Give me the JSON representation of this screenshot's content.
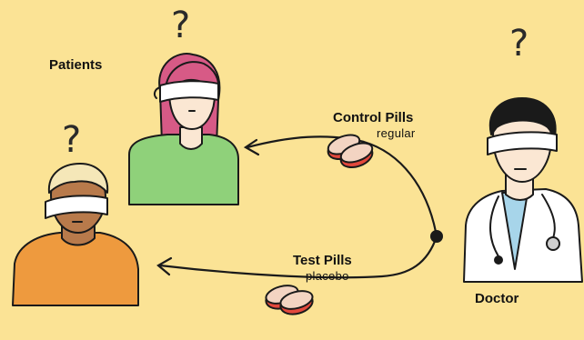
{
  "labels": {
    "patients": "Patients",
    "control_pills": "Control Pills",
    "control_sub": "regular",
    "test_pills": "Test Pills",
    "test_sub": "placebo",
    "doctor": "Doctor"
  },
  "question_glyph": "?",
  "colors": {
    "background": "#fbe395",
    "green_shirt": "#8fd17a",
    "orange_shirt": "#ee9a3e",
    "pill": "#e2483c",
    "skin_light": "#fbe7d3",
    "skin_dark": "#b87a4b",
    "hair_pink": "#d75a86",
    "hair_blond": "#f5e7b8",
    "coat": "#ffffff",
    "shirt_blue": "#a7d5ea"
  },
  "icons": [
    "question-mark-icon",
    "pill-icon",
    "stethoscope-icon",
    "blindfold-icon"
  ]
}
